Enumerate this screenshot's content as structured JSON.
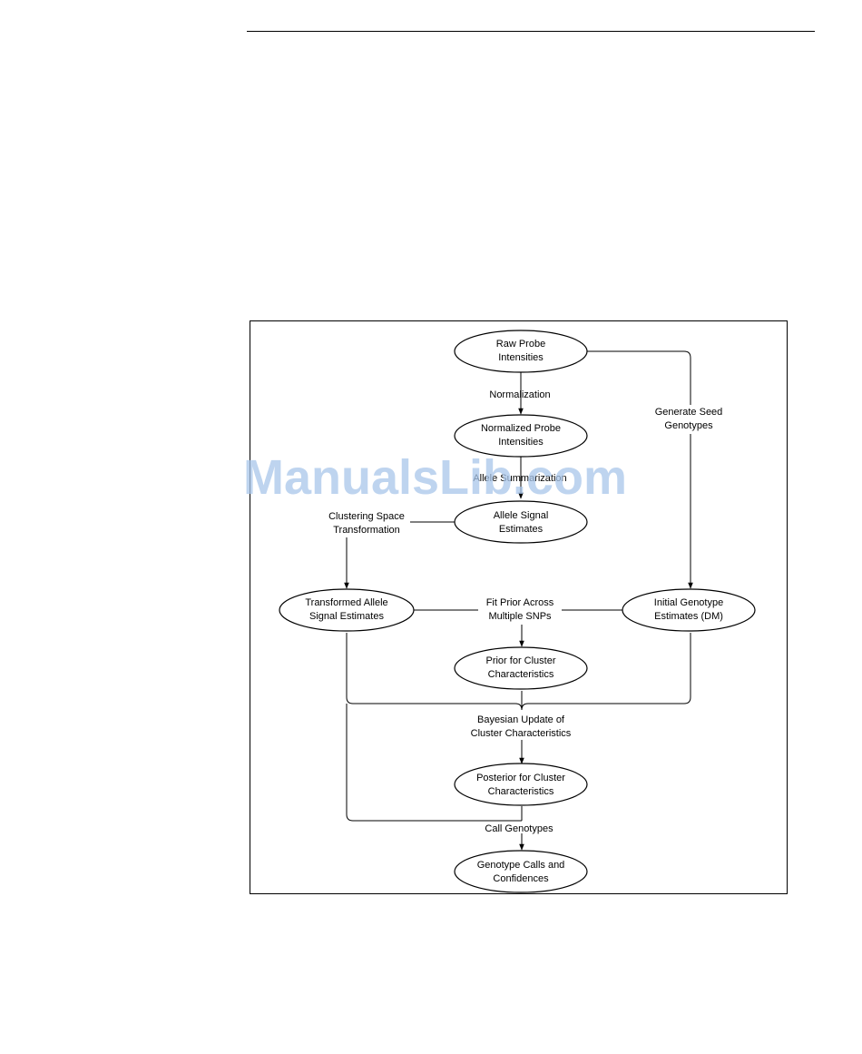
{
  "diagram": {
    "nodes": {
      "raw": [
        "Raw Probe",
        "Intensities"
      ],
      "normalized": [
        "Normalized Probe",
        "Intensities"
      ],
      "allele": [
        "Allele Signal",
        "Estimates"
      ],
      "transformed": [
        "Transformed Allele",
        "Signal Estimates"
      ],
      "initial": [
        "Initial Genotype",
        "Estimates (DM)"
      ],
      "prior": [
        "Prior for Cluster",
        "Characteristics"
      ],
      "posterior": [
        "Posterior for Cluster",
        "Characteristics"
      ],
      "calls": [
        "Genotype Calls and",
        "Confidences"
      ]
    },
    "edges": {
      "normalization": [
        "Normalization"
      ],
      "allele_summarization": [
        "Allele Summarization"
      ],
      "generate_seed": [
        "Generate Seed",
        "Genotypes"
      ],
      "clustering_space": [
        "Clustering Space",
        "Transformation"
      ],
      "fit_prior": [
        "Fit Prior Across",
        "Multiple SNPs"
      ],
      "bayesian_update": [
        "Bayesian Update of",
        "Cluster Characteristics"
      ],
      "call_genotypes": [
        "Call Genotypes"
      ]
    }
  },
  "watermark": "ManualsLib.com",
  "colors": {
    "line": "#000000",
    "watermark": "#a9c6ea"
  }
}
